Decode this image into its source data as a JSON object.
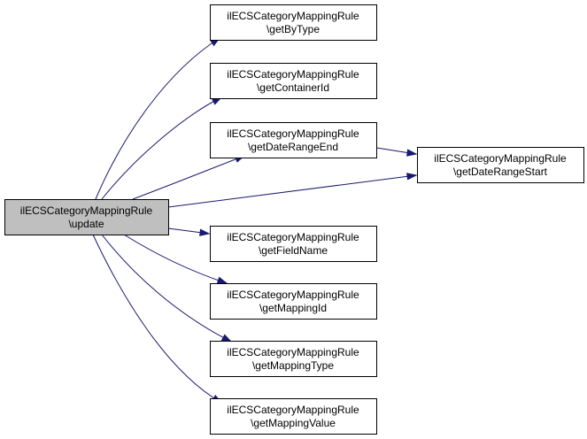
{
  "colors": {
    "edge": "#191970",
    "root_fill": "#bfbfbf",
    "node_fill": "#ffffff",
    "border": "#000000"
  },
  "nodes": [
    {
      "id": "update",
      "line1": "ilECSCategoryMappingRule",
      "line2": "\\update",
      "root": true
    },
    {
      "id": "getByType",
      "line1": "ilECSCategoryMappingRule",
      "line2": "\\getByType"
    },
    {
      "id": "getContainerId",
      "line1": "ilECSCategoryMappingRule",
      "line2": "\\getContainerId"
    },
    {
      "id": "getDateRangeEnd",
      "line1": "ilECSCategoryMappingRule",
      "line2": "\\getDateRangeEnd"
    },
    {
      "id": "getDateRangeStart",
      "line1": "ilECSCategoryMappingRule",
      "line2": "\\getDateRangeStart"
    },
    {
      "id": "getFieldName",
      "line1": "ilECSCategoryMappingRule",
      "line2": "\\getFieldName"
    },
    {
      "id": "getMappingId",
      "line1": "ilECSCategoryMappingRule",
      "line2": "\\getMappingId"
    },
    {
      "id": "getMappingType",
      "line1": "ilECSCategoryMappingRule",
      "line2": "\\getMappingType"
    },
    {
      "id": "getMappingValue",
      "line1": "ilECSCategoryMappingRule",
      "line2": "\\getMappingValue"
    }
  ],
  "edges": [
    {
      "from": "update",
      "to": "getByType"
    },
    {
      "from": "update",
      "to": "getContainerId"
    },
    {
      "from": "update",
      "to": "getDateRangeEnd"
    },
    {
      "from": "update",
      "to": "getDateRangeStart"
    },
    {
      "from": "update",
      "to": "getFieldName"
    },
    {
      "from": "update",
      "to": "getMappingId"
    },
    {
      "from": "update",
      "to": "getMappingType"
    },
    {
      "from": "update",
      "to": "getMappingValue"
    },
    {
      "from": "getDateRangeEnd",
      "to": "getDateRangeStart"
    }
  ]
}
